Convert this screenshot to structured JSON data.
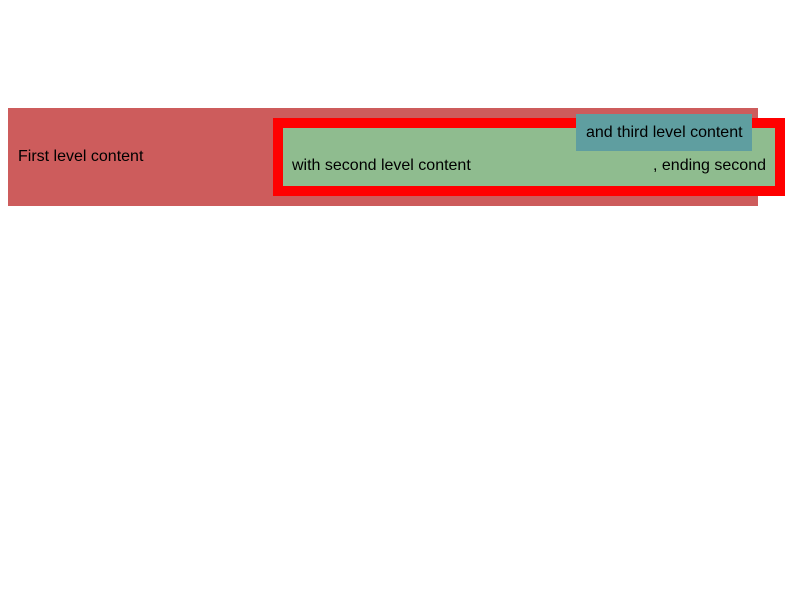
{
  "first_level": {
    "text": "First level content",
    "background": "#cd5c5c"
  },
  "second_level": {
    "text": "with second level content",
    "ending_text": ", ending second",
    "background": "#8fbc8f",
    "border_color": "#ff0000"
  },
  "third_level": {
    "text": "and third level content",
    "background": "#5f9ea0"
  }
}
